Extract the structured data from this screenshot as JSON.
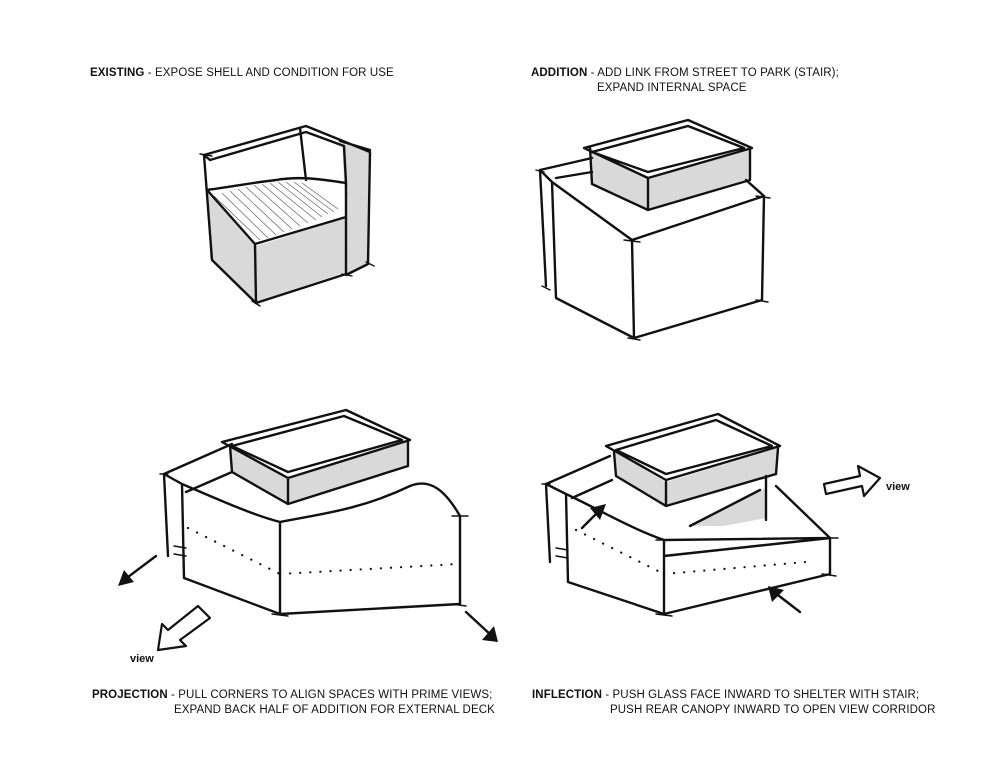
{
  "captions": {
    "existing": {
      "title": "EXISTING",
      "line1": " - EXPOSE SHELL AND CONDITION FOR USE",
      "line2": ""
    },
    "addition": {
      "title": "ADDITION",
      "line1": " - ADD LINK FROM STREET TO PARK (STAIR);",
      "line2": "EXPAND INTERNAL SPACE"
    },
    "projection": {
      "title": "PROJECTION",
      "line1": " - PULL CORNERS TO ALIGN SPACES WITH PRIME VIEWS;",
      "line2": "EXPAND BACK HALF OF ADDITION FOR EXTERNAL DECK"
    },
    "inflection": {
      "title": "INFLECTION",
      "line1": " - PUSH GLASS FACE INWARD TO SHELTER WITH STAIR;",
      "line2": "PUSH REAR CANOPY INWARD TO OPEN VIEW CORRIDOR"
    }
  },
  "labels": {
    "projection_view": "view",
    "inflection_view": "view"
  },
  "colors": {
    "ink": "#111111",
    "shade": "#d9d9d9",
    "paper": "#ffffff"
  }
}
